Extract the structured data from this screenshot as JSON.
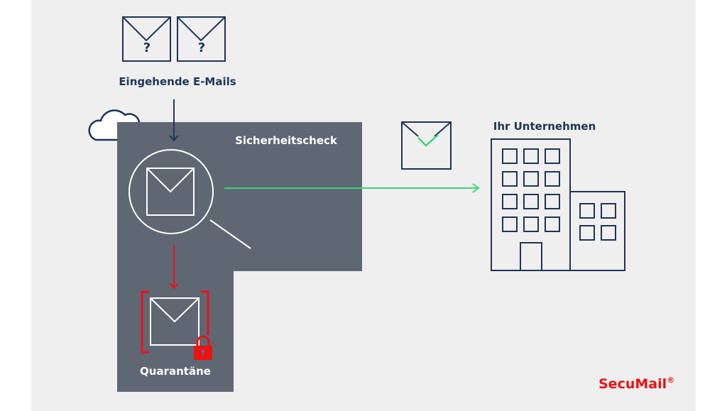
{
  "labels": {
    "incoming": "Eingehende E-Mails",
    "check": "Sicherheitscheck",
    "company": "Ihr Unternehmen",
    "quarantine": "Quarantäne",
    "brand": "SecuMail",
    "brand_mark": "®",
    "question": "?"
  },
  "colors": {
    "background": "#efefef",
    "panel": "#5f6773",
    "navy": "#1e3556",
    "green": "#3dd67a",
    "red": "#ee1111"
  }
}
